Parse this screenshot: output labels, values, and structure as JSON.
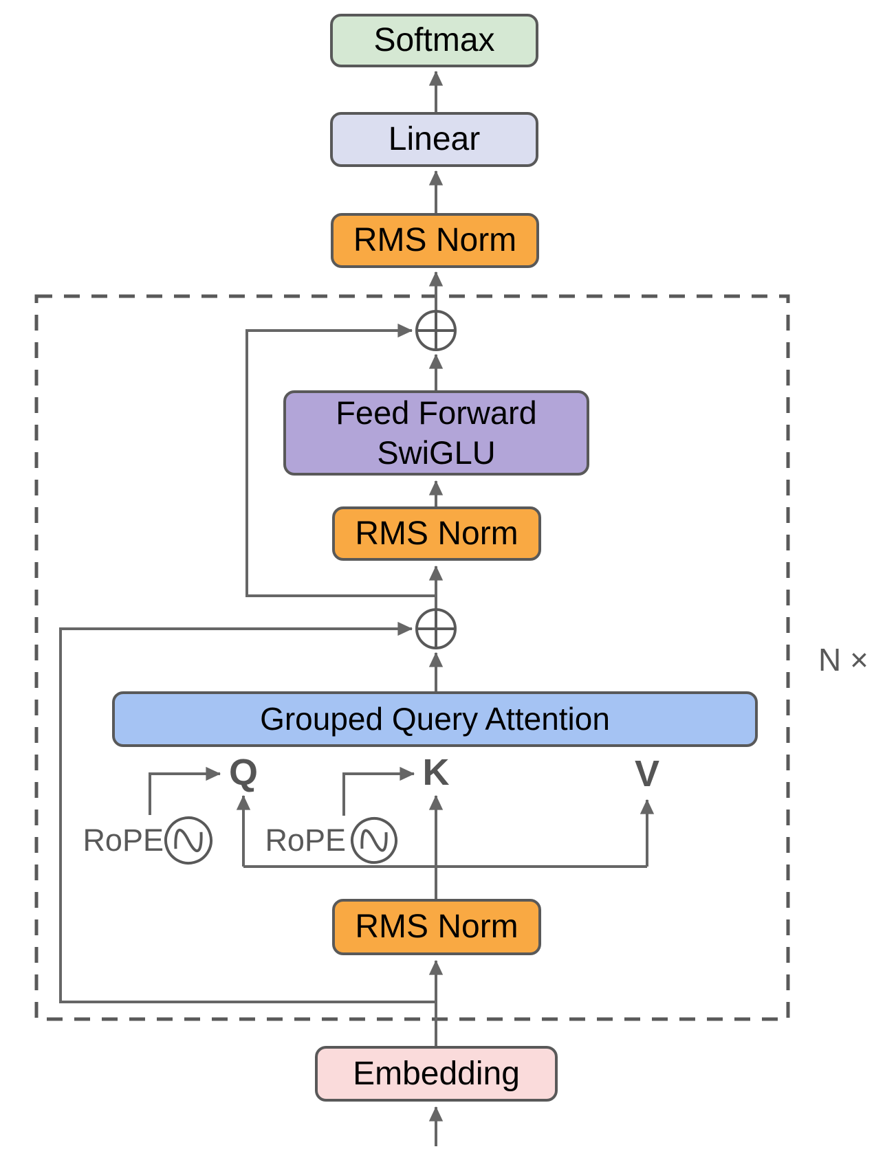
{
  "diagram": {
    "boxes": {
      "softmax": {
        "label": "Softmax",
        "fill": "#D5E8D3"
      },
      "linear": {
        "label": "Linear",
        "fill": "#DBDEF0"
      },
      "rms_norm_top": {
        "label": "RMS Norm",
        "fill": "#F9A943"
      },
      "feed_forward": {
        "label": "Feed Forward\nSwiGLU",
        "fill": "#B2A5D8"
      },
      "rms_norm_middle": {
        "label": "RMS Norm",
        "fill": "#F9A943"
      },
      "grouped_query_attention": {
        "label": "Grouped Query Attention",
        "fill": "#A5C3F3"
      },
      "rms_norm_bottom": {
        "label": "RMS Norm",
        "fill": "#F9A943"
      },
      "embedding": {
        "label": "Embedding",
        "fill": "#FADBDB"
      }
    },
    "labels": {
      "query": "Q",
      "key": "K",
      "value": "V",
      "rope_query": "RoPE",
      "rope_key": "RoPE",
      "block_repeat": "N ×"
    },
    "icons": {
      "residual_add_ffn": "plus-circle",
      "residual_add_attention": "plus-circle",
      "rope_oscillator_query": "sine-wave",
      "rope_oscillator_key": "sine-wave"
    },
    "colors": {
      "box_border": "#595959",
      "connector_line": "#666666",
      "dashed_block_border": "#595959",
      "side_label_text": "#595959",
      "qkv_text": "#555555",
      "box_text": "#000000",
      "background": "#FFFFFF"
    }
  }
}
